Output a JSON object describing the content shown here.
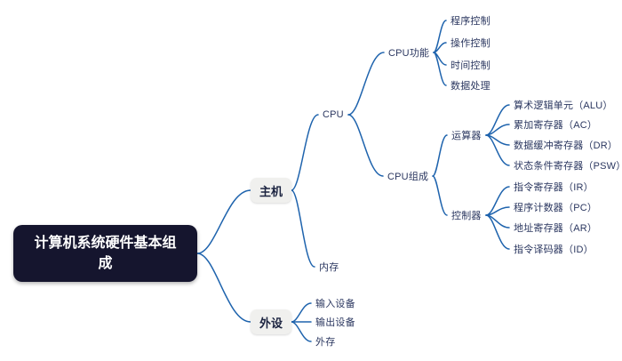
{
  "colors": {
    "line": "#1e63ad",
    "root_bg": "#15152e",
    "root_text": "#ffffff",
    "branch_box_bg": "#f0f0ee",
    "branch_box_text": "#1b2340",
    "node_text": "#2b3760",
    "background": "#ffffff"
  },
  "mindmap": {
    "root": {
      "id": "root",
      "label": "计算机系统硬件基本组成",
      "children": [
        {
          "id": "host",
          "label": "主机",
          "children": [
            {
              "id": "cpu",
              "label": "CPU",
              "children": [
                {
                  "id": "cpu_functions",
                  "label": "CPU功能",
                  "children": [
                    {
                      "id": "program_control",
                      "label": "程序控制"
                    },
                    {
                      "id": "operation_control",
                      "label": "操作控制"
                    },
                    {
                      "id": "time_control",
                      "label": "时间控制"
                    },
                    {
                      "id": "data_processing",
                      "label": "数据处理"
                    }
                  ]
                },
                {
                  "id": "cpu_components",
                  "label": "CPU组成",
                  "children": [
                    {
                      "id": "arithmetic_unit",
                      "label": "运算器",
                      "children": [
                        {
                          "id": "alu",
                          "label": "算术逻辑单元（ALU）"
                        },
                        {
                          "id": "ac",
                          "label": "累加寄存器（AC）"
                        },
                        {
                          "id": "dr",
                          "label": "数据缓冲寄存器（DR）"
                        },
                        {
                          "id": "psw",
                          "label": "状态条件寄存器（PSW）"
                        }
                      ]
                    },
                    {
                      "id": "control_unit",
                      "label": "控制器",
                      "children": [
                        {
                          "id": "ir",
                          "label": "指令寄存器（IR）"
                        },
                        {
                          "id": "pc",
                          "label": "程序计数器（PC）"
                        },
                        {
                          "id": "ar",
                          "label": "地址寄存器（AR）"
                        },
                        {
                          "id": "id",
                          "label": "指令译码器（ID）"
                        }
                      ]
                    }
                  ]
                }
              ]
            },
            {
              "id": "memory",
              "label": "内存"
            }
          ]
        },
        {
          "id": "peripherals",
          "label": "外设",
          "children": [
            {
              "id": "input_device",
              "label": "输入设备"
            },
            {
              "id": "output_device",
              "label": "输出设备"
            },
            {
              "id": "external_storage",
              "label": "外存"
            }
          ]
        }
      ]
    }
  }
}
